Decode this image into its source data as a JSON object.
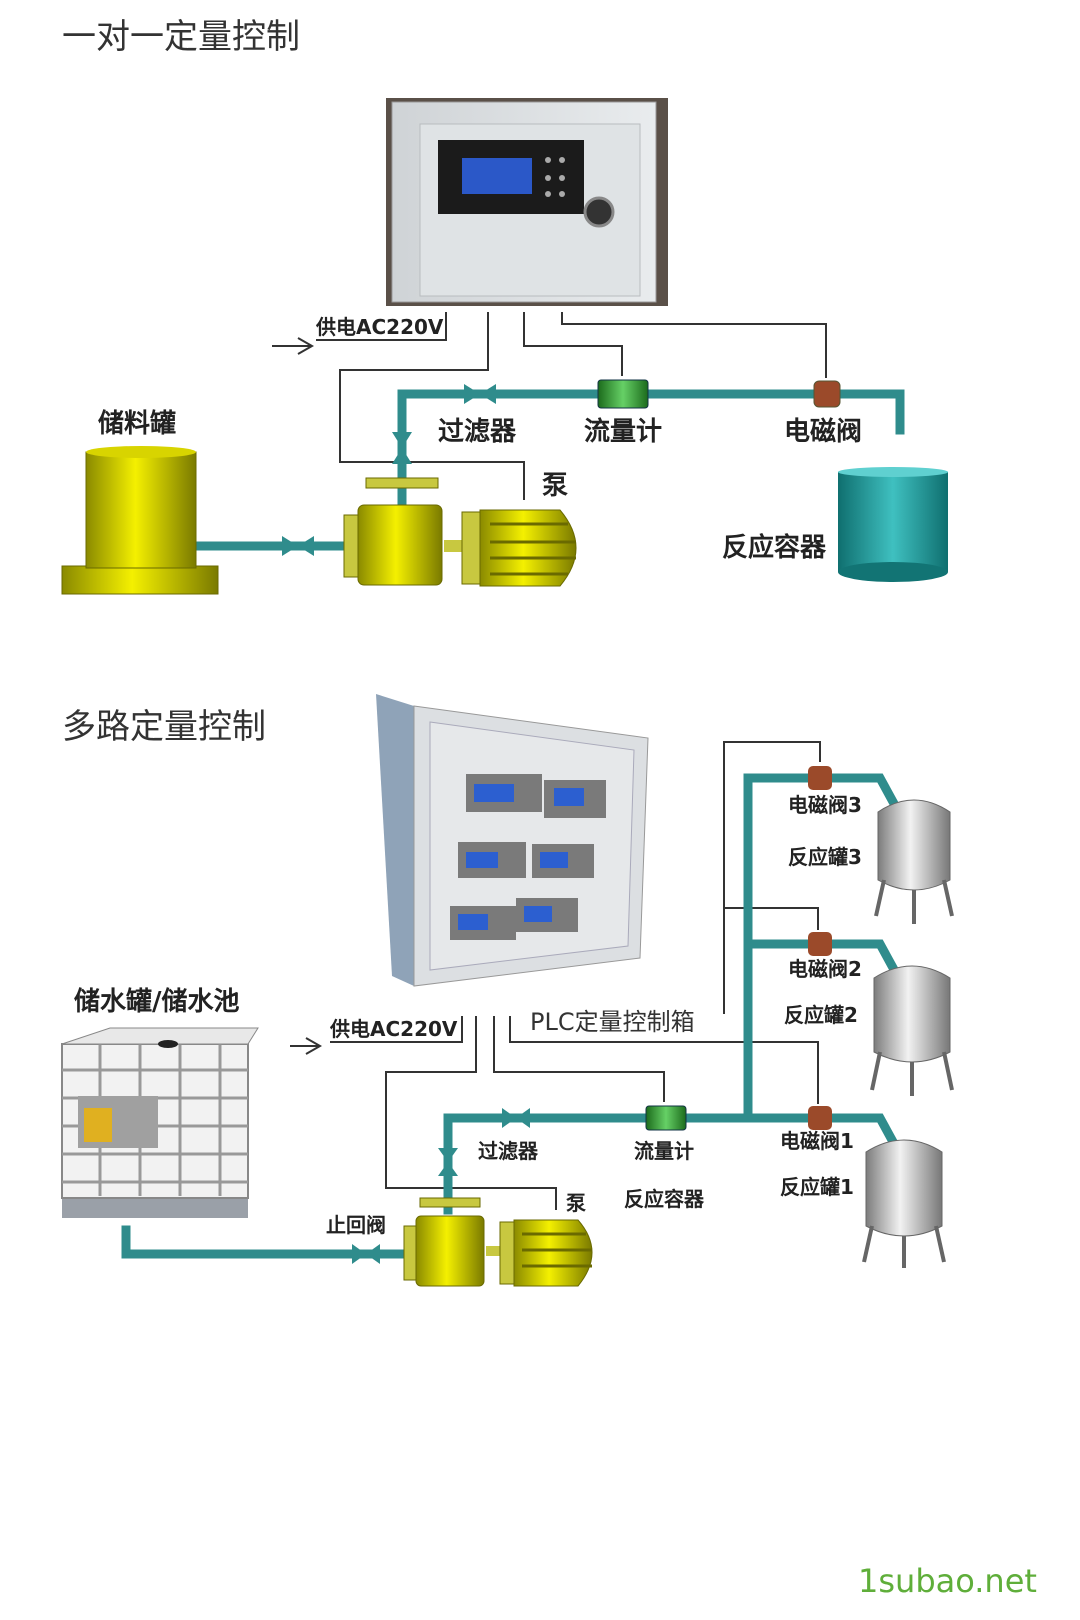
{
  "section1": {
    "title": "一对一定量控制",
    "power_label": "供电AC220V",
    "storage_tank": "储料罐",
    "filter": "过滤器",
    "flowmeter": "流量计",
    "solenoid_valve": "电磁阀",
    "pump": "泵",
    "reaction_vessel": "反应容器"
  },
  "section2": {
    "title": "多路定量控制",
    "power_label": "供电AC220V",
    "water_tank": "储水罐/储水池",
    "plc_box": "PLC定量控制箱",
    "filter": "过滤器",
    "flowmeter": "流量计",
    "pump": "泵",
    "check_valve": "止回阀",
    "reaction_vessel": "反应容器",
    "valve3": "电磁阀3",
    "tank3": "反应罐3",
    "valve2": "电磁阀2",
    "tank2": "反应罐2",
    "valve1": "电磁阀1",
    "tank1": "反应罐1"
  },
  "watermark": "1subao.net"
}
